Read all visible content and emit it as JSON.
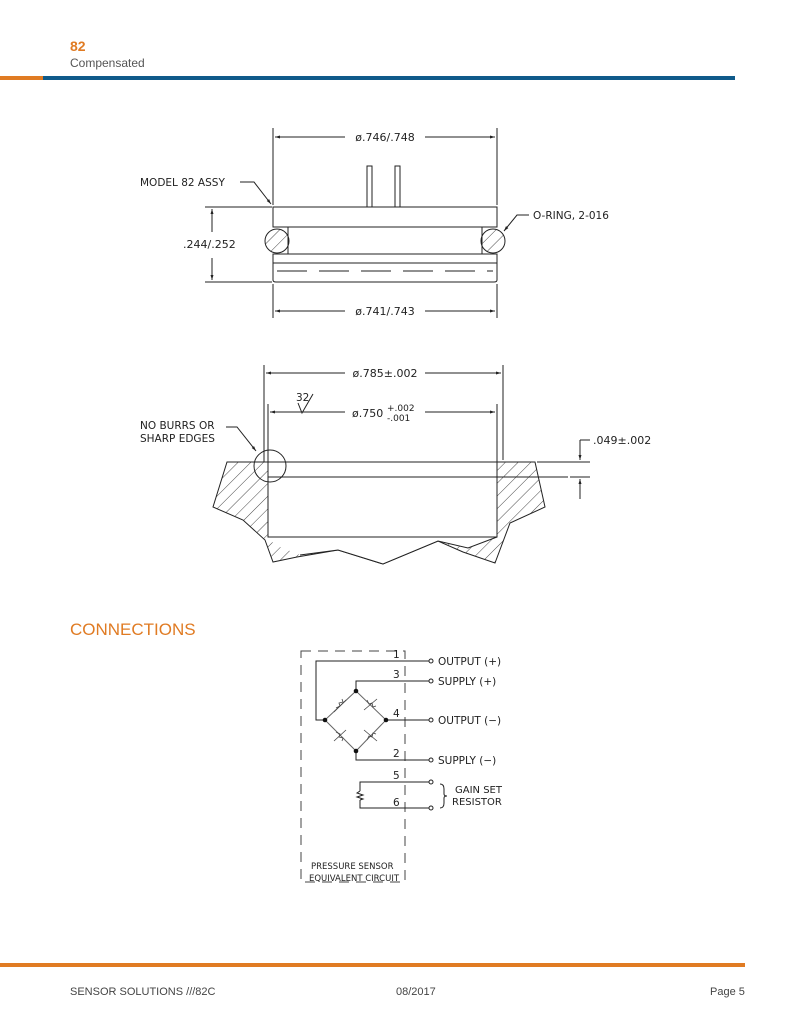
{
  "header": {
    "model": "82",
    "subtitle": "Compensated"
  },
  "drawing_top": {
    "top_diameter": "ø.746/.748",
    "assy_label": "MODEL 82 ASSY",
    "oring_label": "O-RING, 2-016",
    "height": ".244/.252",
    "bottom_diameter": "ø.741/.743"
  },
  "drawing_bottom": {
    "outer_diameter": "ø.785±.002",
    "finish": "32",
    "inner_diameter": "ø.750",
    "inner_tol_plus": "+.002",
    "inner_tol_minus": "-.001",
    "note_line1": "NO BURRS OR",
    "note_line2": "SHARP EDGES",
    "depth": ".049±.002"
  },
  "connections": {
    "heading": "CONNECTIONS",
    "pins": [
      {
        "num": "1",
        "label": "OUTPUT (+)"
      },
      {
        "num": "3",
        "label": "SUPPLY (+)"
      },
      {
        "num": "4",
        "label": "OUTPUT (−)"
      },
      {
        "num": "2",
        "label": "SUPPLY (−)"
      },
      {
        "num": "5",
        "label": ""
      },
      {
        "num": "6",
        "label": ""
      }
    ],
    "gain_line1": "GAIN SET",
    "gain_line2": "RESISTOR",
    "box_line1": "PRESSURE SENSOR",
    "box_line2": "EQUIVALENT CIRCUIT"
  },
  "footer": {
    "left": "SENSOR SOLUTIONS ///82C",
    "center": "08/2017",
    "right": "Page 5"
  },
  "colors": {
    "accent": "#e07b23",
    "brand_blue": "#0f5a8a"
  }
}
